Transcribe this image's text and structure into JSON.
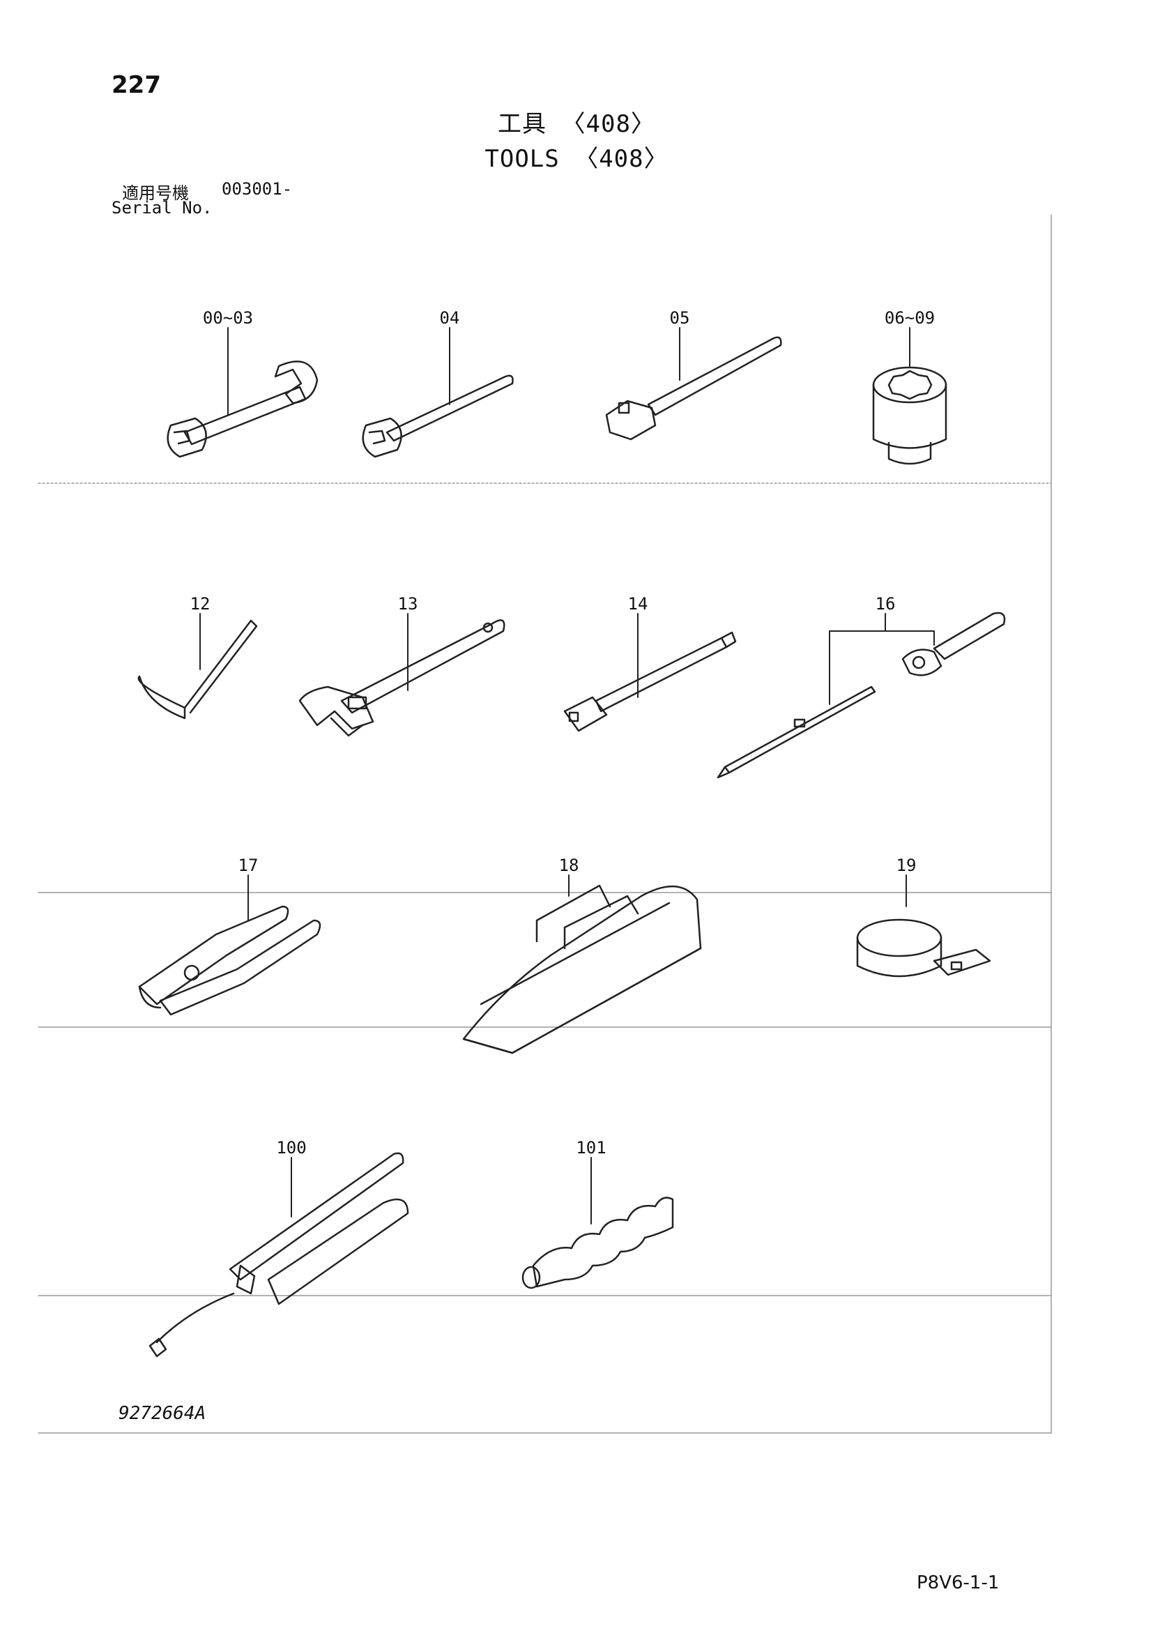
{
  "page_number": "227",
  "title_jp": "工具 〈408〉",
  "title_en": "TOOLS 〈408〉",
  "serial": {
    "label_jp": "適用号機",
    "label_en": "Serial No.",
    "value": "003001-"
  },
  "callouts": [
    "00~03",
    "04",
    "05",
    "06~09",
    "12",
    "13",
    "14",
    "16",
    "17",
    "18",
    "19",
    "100",
    "101"
  ],
  "drawing_number": "9272664A",
  "doc_code": "P8V6-1-1",
  "icons": [
    "open-end-wrench-icon",
    "single-end-wrench-icon",
    "ratchet-handle-icon",
    "socket-icon",
    "hex-key-icon",
    "adjustable-wrench-icon",
    "extension-bar-icon",
    "screwdriver-icon",
    "pliers-icon",
    "tool-bag-icon",
    "band-wrench-icon",
    "grease-gun-icon",
    "grease-nozzle-hose-icon"
  ]
}
